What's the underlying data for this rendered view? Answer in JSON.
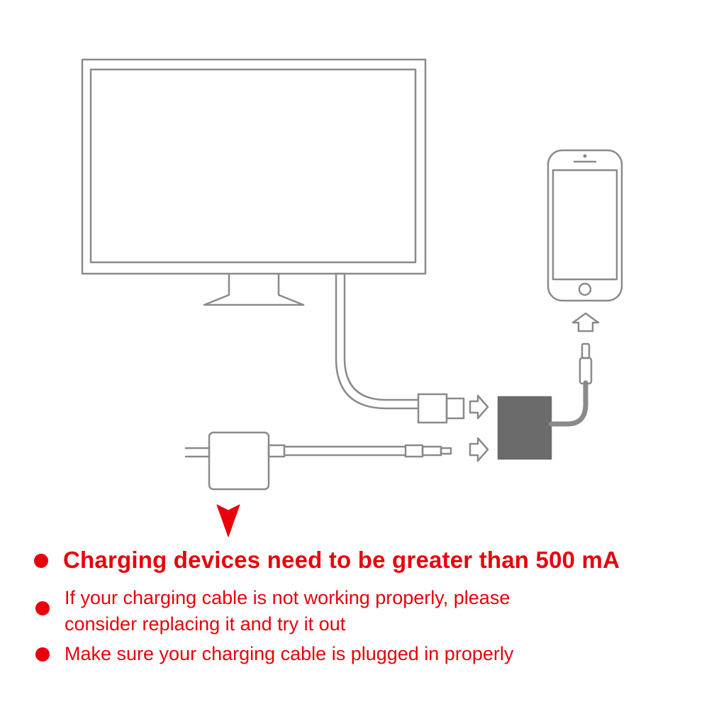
{
  "colors": {
    "outline": "#8a8a8a",
    "adapter_fill": "#6b6b6b",
    "accent_red": "#e8000b"
  },
  "notes": {
    "note_1": "Charging devices need to be greater than 500 mA",
    "note_2_line_1": "If your charging cable is not working properly, please",
    "note_2_line_2": "consider replacing it and try it out",
    "note_3": "Make sure your charging cable is plugged in properly"
  }
}
